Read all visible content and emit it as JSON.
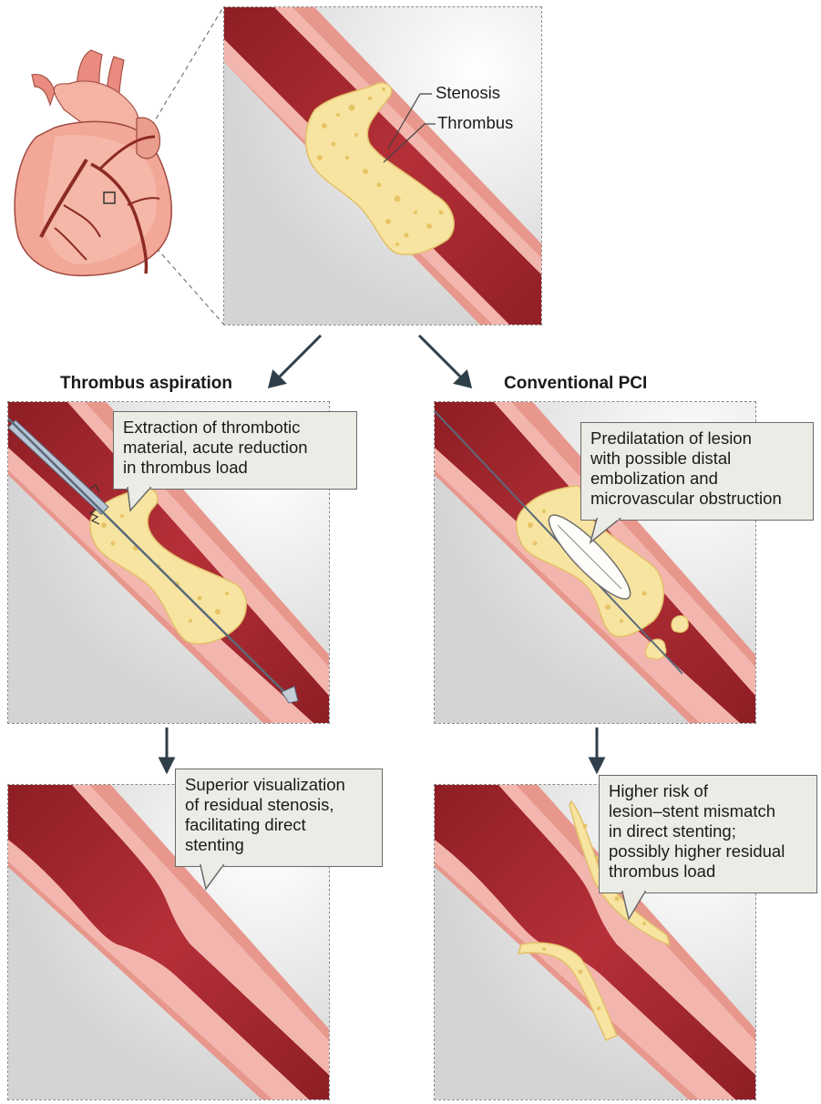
{
  "top_panel": {
    "labels": {
      "stenosis": "Stenosis",
      "thrombus": "Thrombus"
    }
  },
  "left_column": {
    "heading": "Thrombus aspiration",
    "step1_callout": "Extraction of thrombotic\nmaterial, acute reduction\nin thrombus load",
    "step2_callout": "Superior visualization\nof residual stenosis,\nfacilitating direct\nstenting"
  },
  "right_column": {
    "heading": "Conventional PCI",
    "step1_callout": "Predilatation of lesion\nwith possible distal\nembolization and\nmicrovascular obstruction",
    "step2_callout": "Higher risk of\nlesion–stent mismatch\nin direct stenting;\npossibly higher residual\nthrombus load"
  },
  "colors": {
    "vessel_outer": "#e8a59c",
    "vessel_lumen": "#a8282e",
    "vessel_lumen_dark": "#7e1a20",
    "vessel_wall": "#f3b6ae",
    "thrombus": "#f7e4a0",
    "thrombus_dot": "#e9c868",
    "callout_bg": "#ecece6",
    "heart": "#f0a898",
    "arrow": "#2f3f4a"
  },
  "icons": [
    "heart-illustration",
    "catheter-icon",
    "balloon-icon",
    "arrow-down-icon"
  ]
}
